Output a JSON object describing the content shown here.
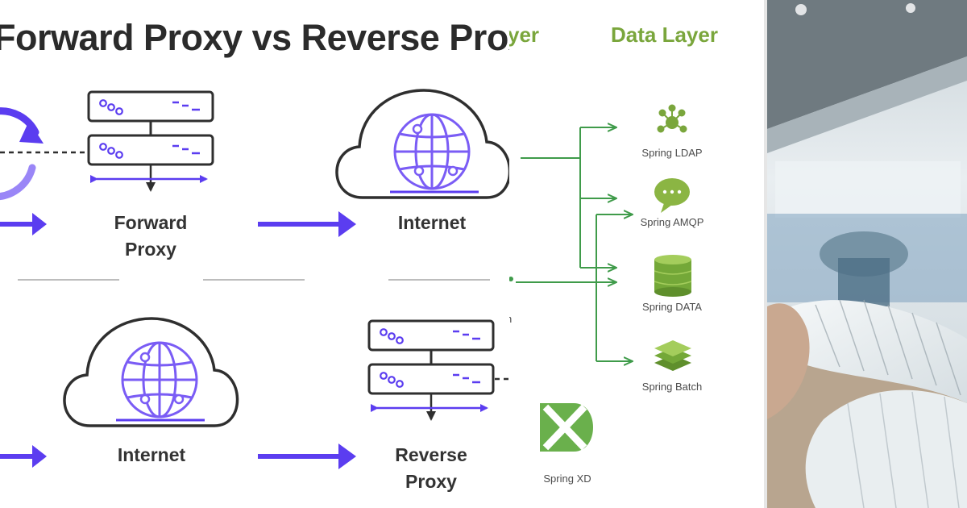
{
  "proxy_diagram": {
    "title": "Forward Proxy vs Reverse Proxy",
    "top_row": {
      "proxy_label_line1": "Forward",
      "proxy_label_line2": "Proxy",
      "internet_label": "Internet"
    },
    "bottom_row": {
      "internet_label": "Internet",
      "proxy_label_line1": "Reverse",
      "proxy_label_line2": "Proxy"
    },
    "colors": {
      "accent": "#5b3df0",
      "outline": "#2f2f2f",
      "globe": "#7a5cf5"
    }
  },
  "spring_diagram": {
    "partial_layer_title": "yer",
    "data_layer_title": "Data Layer",
    "partial_left_label": "n",
    "modules": [
      {
        "label": "Spring LDAP",
        "icon": "network-icon"
      },
      {
        "label": "Spring AMQP",
        "icon": "chat-bubble-icon"
      },
      {
        "label": "Spring DATA",
        "icon": "database-icon"
      },
      {
        "label": "Spring Batch",
        "icon": "layers-icon"
      }
    ],
    "xd_label": "Spring XD",
    "colors": {
      "green": "#7aa63c",
      "line": "#3f9b4a"
    }
  },
  "photo": {
    "description_icon": "office-photo"
  }
}
